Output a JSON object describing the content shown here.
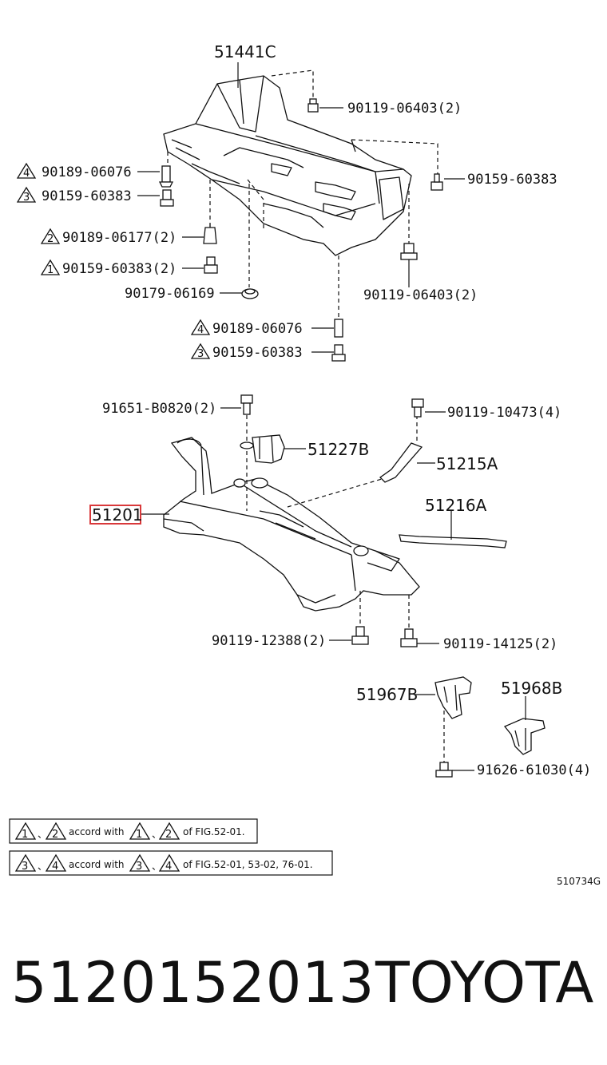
{
  "labels": {
    "top_cover": "51441C",
    "l1": "90119-06403(2)",
    "l2": "90189-06076",
    "l3": "90159-60383",
    "l4": "90159-60383",
    "l5": "90189-06177(2)",
    "l6": "90159-60383(2)",
    "l7": "90179-06169",
    "l8": "90119-06403(2)",
    "l9": "90189-06076",
    "l10": "90159-60383",
    "l11": "91651-B0820(2)",
    "l12": "90119-10473(4)",
    "l13": "51227B",
    "l14": "51215A",
    "l15": "51216A",
    "highlight": "51201",
    "l16": "90119-12388(2)",
    "l17": "90119-14125(2)",
    "l18": "51967B",
    "l19": "51968B",
    "l20": "91626-61030(4)"
  },
  "markers": {
    "m1": "1",
    "m2": "2",
    "m3": "3",
    "m4": "4"
  },
  "notes": {
    "note1_accord": "accord with",
    "note1_fig": "of FIG.52-01.",
    "note2_accord": "accord with",
    "note2_fig": "of FIG.52-01, 53-02, 76-01.",
    "sep": "、"
  },
  "figure_code": "510734G",
  "footer": {
    "part_number": "5120152013",
    "brand": "TOYOTA"
  },
  "colors": {
    "highlight": "#d9383a",
    "ink": "#111111"
  }
}
